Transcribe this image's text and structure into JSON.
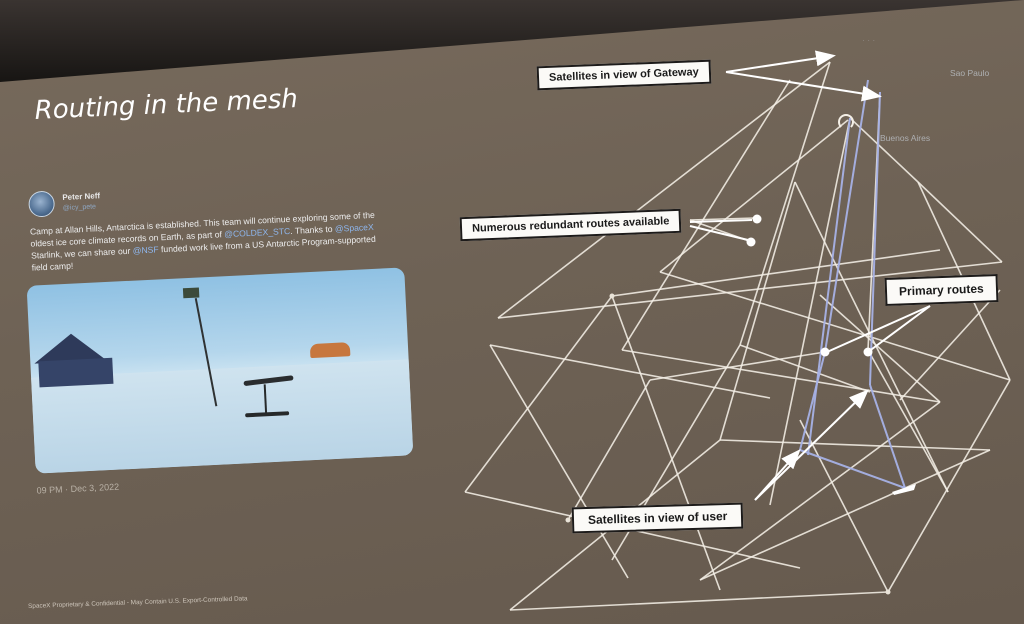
{
  "slide": {
    "title": "Routing in the mesh",
    "footer": "SpaceX Proprietary & Confidential - May Contain U.S. Export-Controlled Data"
  },
  "tweet": {
    "author": "Peter Neff",
    "handle": "@icy_pete",
    "body_1": "Camp at Allan Hills, Antarctica is established. This team will continue exploring some of the oldest ice core climate records on Earth, as part of ",
    "link_1": "@COLDEX_STC",
    "body_2": ". Thanks to ",
    "link_2": "@SpaceX",
    "body_3": " Starlink, we can share our ",
    "link_3": "@NSF",
    "body_4": " funded work live from a US Antarctic Program-supported field camp!",
    "timestamp": "09 PM · Dec 3, 2022"
  },
  "callouts": {
    "gateway": "Satellites in view of Gateway",
    "redundant": "Numerous redundant routes available",
    "primary": "Primary routes",
    "user": "Satellites in view of user"
  },
  "map_labels": {
    "sao_paulo": "Sao Paulo",
    "buenos_aires": "Buenos Aires"
  },
  "colors": {
    "mesh_link": "#f4efe6",
    "primary_route": "#a7b2e6",
    "callout_bg": "#fbfaf7",
    "slide_bg": "#706457"
  }
}
